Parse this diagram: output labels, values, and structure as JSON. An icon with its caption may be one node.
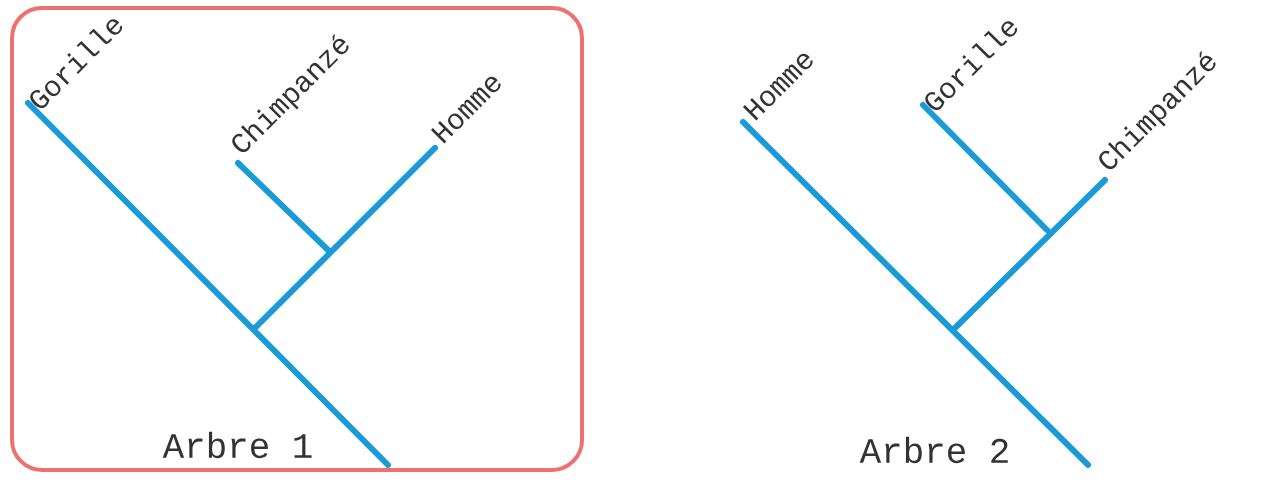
{
  "diagram": {
    "nodes": [
      {
        "text": [
          "Arbre 1"
        ]
      }
    ],
    "labels": [
      "Gorille",
      "Chimpanzé",
      "Homme",
      "Homme",
      "Gorille",
      "Chimpanzé",
      "Arbre 2"
    ]
  }
}
